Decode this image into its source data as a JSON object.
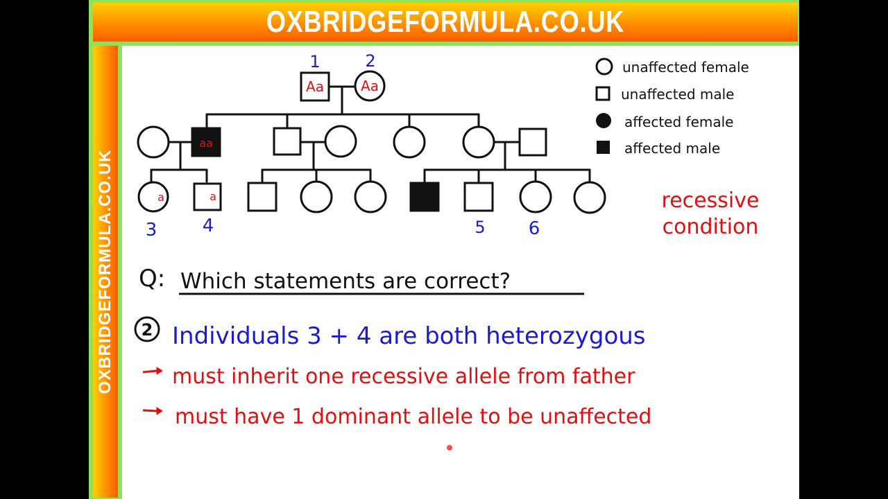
{
  "header": {
    "title": "OXBRIDGEFORMULA.CO.UK"
  },
  "sidebar": {
    "text": "OXBRIDGEFORMULA.CO.UK"
  },
  "colors": {
    "blue": "#1a1ad6",
    "red": "#e01010",
    "black": "#111111"
  },
  "pedigree": {
    "parent_labels": [
      "1",
      "2"
    ],
    "parent_genotypes": [
      "Aa",
      "Aa"
    ],
    "affected_genotype": "aa",
    "child_alleles": [
      "a",
      "a"
    ],
    "lower_labels": [
      "3",
      "4",
      "5",
      "6"
    ]
  },
  "legend": [
    {
      "label": "unaffected female",
      "icon": "open-circle-icon"
    },
    {
      "label": "unaffected male",
      "icon": "open-square-icon"
    },
    {
      "label": "affected female",
      "icon": "filled-circle-icon"
    },
    {
      "label": "affected male",
      "icon": "filled-square-icon"
    }
  ],
  "annotation": {
    "line1": "recessive",
    "line2": "condition"
  },
  "question": {
    "prefix": "Q:",
    "text": "Which statements are correct?"
  },
  "statement": {
    "number": "2",
    "text": "Individuals 3 + 4 are both heterozygous"
  },
  "reasons": [
    "must inherit one recessive allele from father",
    "must have 1 dominant allele to be unaffected"
  ]
}
